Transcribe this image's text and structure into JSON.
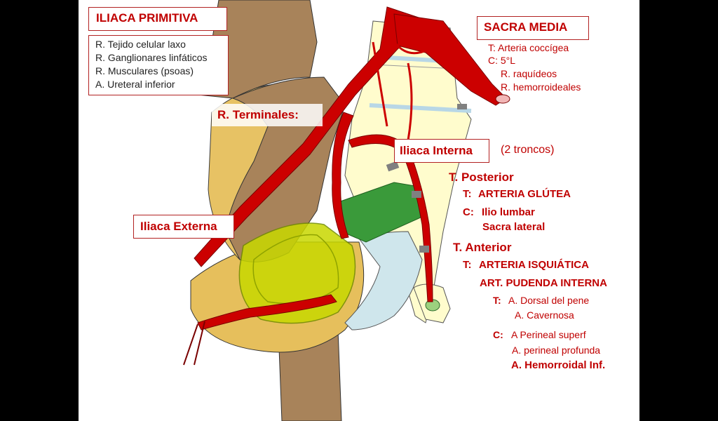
{
  "colors": {
    "artery": "#cc0000",
    "bone": "#fffccd",
    "muscle": "#a8835a",
    "fat": "#e6bf5c",
    "label_red": "#c00000",
    "border": "#b22222",
    "green": "#3a9a3a",
    "lime": "#c8d800",
    "ligament": "#cfe6ec"
  },
  "iliaca_primitiva": {
    "title": "ILIACA  PRIMITIVA",
    "branches": [
      "R. Tejido celular laxo",
      "R. Ganglionares linfáticos",
      "R. Musculares (psoas)",
      "A. Ureteral inferior"
    ]
  },
  "sacra_media": {
    "title": "SACRA MEDIA",
    "lines": [
      "T: Arteria coccígea",
      "C: 5°L",
      "R. raquídeos",
      "R. hemorroideales"
    ]
  },
  "terminales_label": "R. Terminales:",
  "iliaca_interna": {
    "title": "Iliaca Interna",
    "note": "(2 troncos)"
  },
  "iliaca_externa": "Iliaca Externa",
  "tronco_posterior": {
    "title": "T. Posterior",
    "t_prefix": "T:",
    "t_value": "ARTERIA GLÚTEA",
    "c_prefix": "C:",
    "c_values": [
      "Ilio lumbar",
      "Sacra lateral"
    ]
  },
  "tronco_anterior": {
    "title": "T. Anterior",
    "t_prefix": "T:",
    "t_values": [
      "ARTERIA ISQUIÁTICA",
      "ART. PUDENDA INTERNA"
    ],
    "pudenda": {
      "t_prefix": "T:",
      "t_values": [
        "A. Dorsal del pene",
        "A. Cavernosa"
      ],
      "c_prefix": "C:",
      "c_values": [
        "A Perineal superf",
        "A. perineal profunda",
        "A. Hemorroidal  Inf."
      ]
    }
  }
}
